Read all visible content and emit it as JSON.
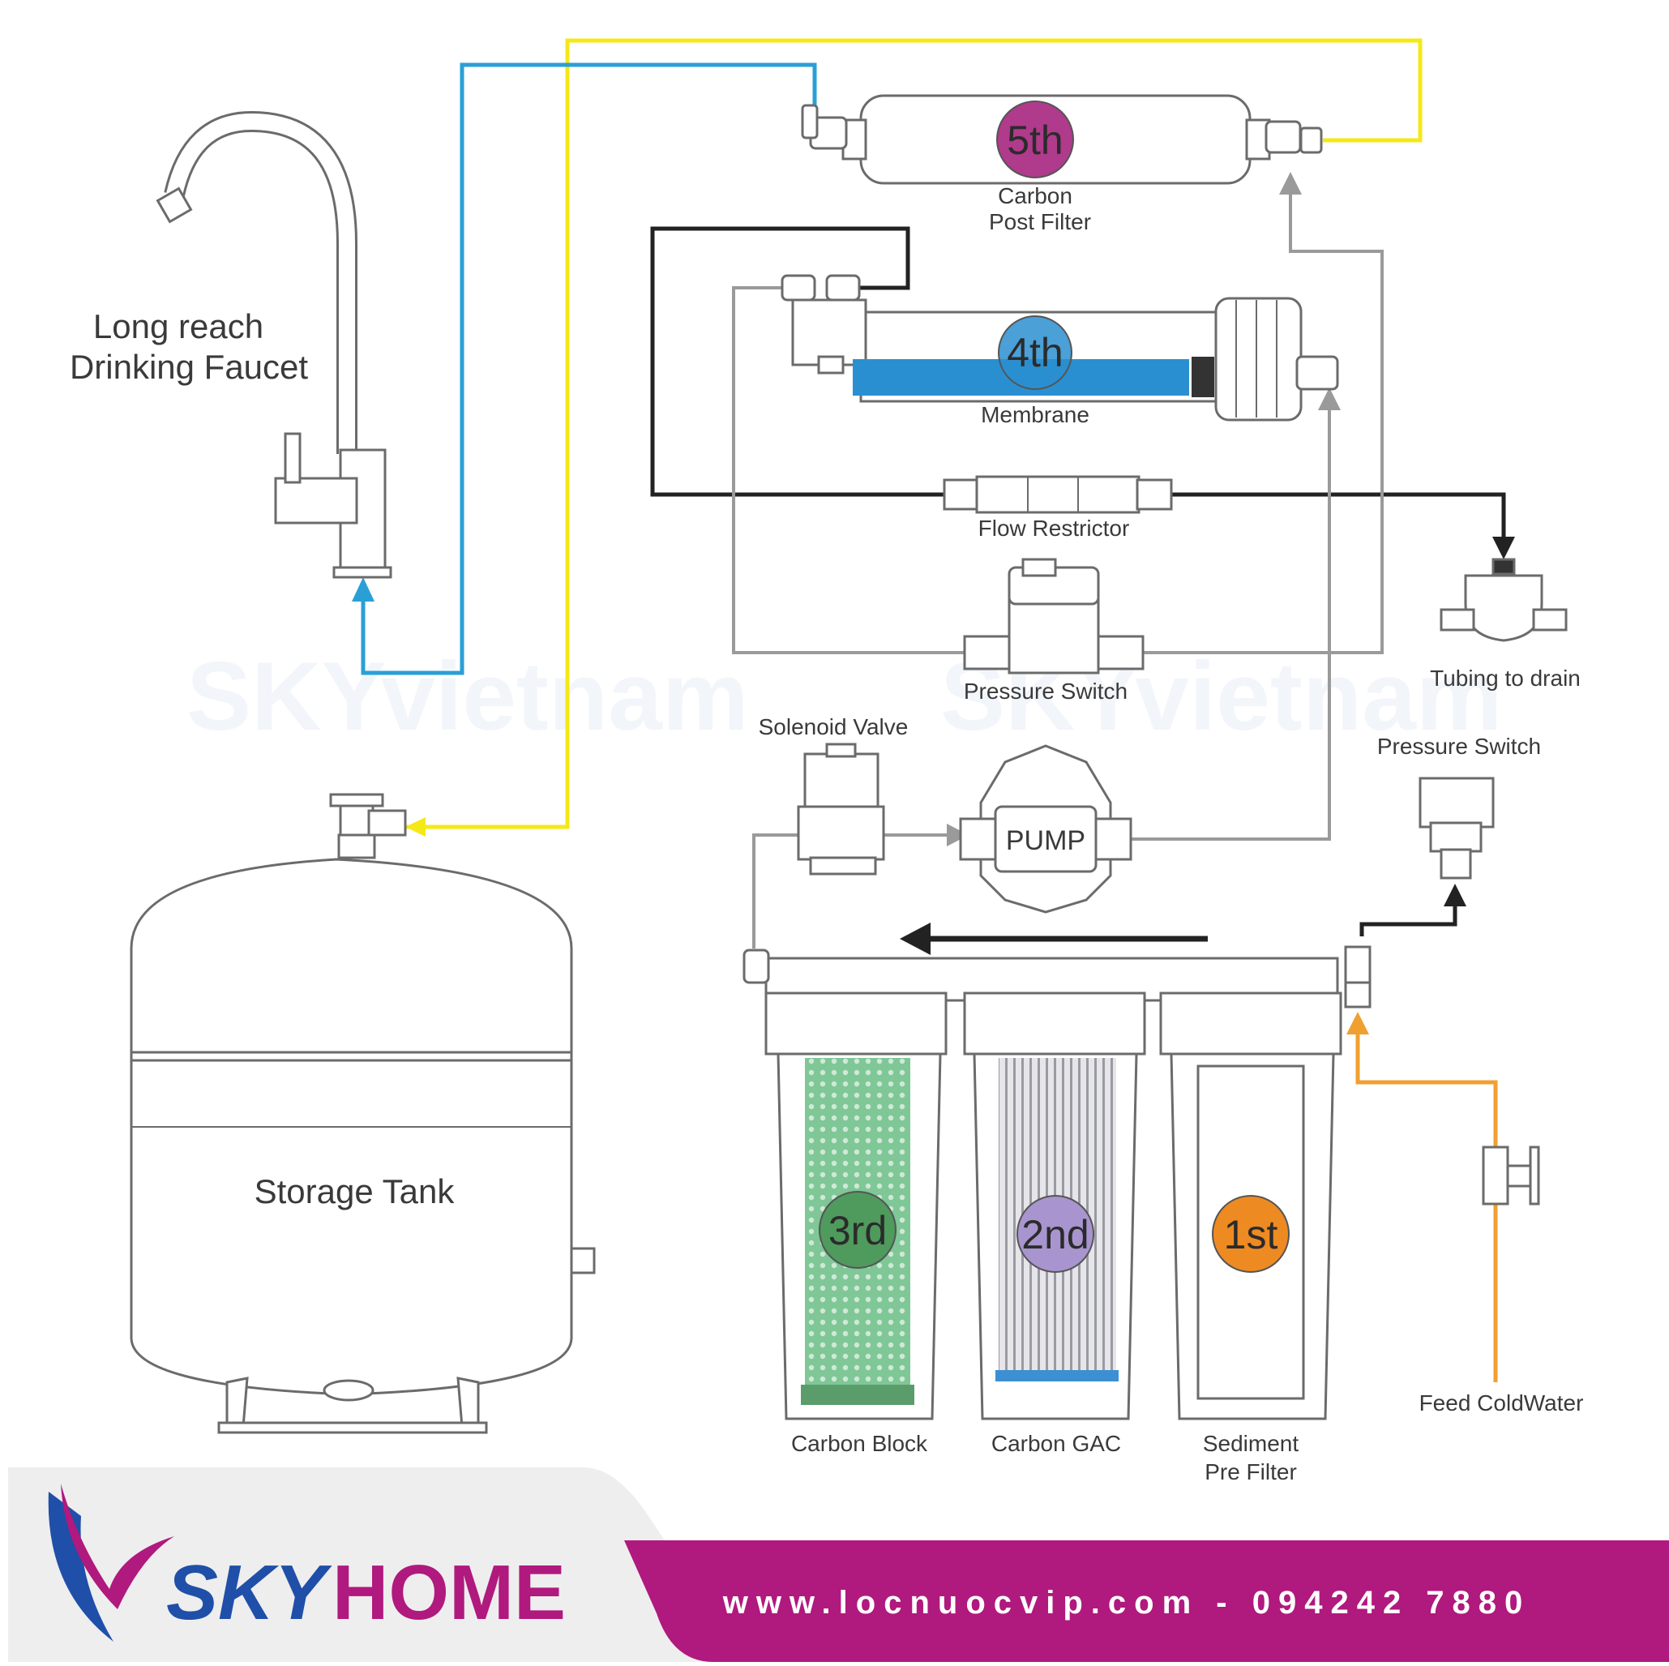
{
  "labels": {
    "faucet_line1": "Long reach",
    "faucet_line2": "Drinking Faucet",
    "storage_tank": "Storage Tank",
    "post_filter_line1": "Carbon",
    "post_filter_line2": "Post Filter",
    "membrane": "Membrane",
    "flow_restrictor": "Flow Restrictor",
    "pressure_switch_top": "Pressure Switch",
    "tubing_to_drain": "Tubing to drain",
    "solenoid_valve": "Solenoid Valve",
    "pump": "PUMP",
    "pressure_switch_right": "Pressure Switch",
    "feed_cold_water": "Feed ColdWater",
    "carbon_block": "Carbon Block",
    "carbon_gac": "Carbon GAC",
    "sediment_line1": "Sediment",
    "sediment_line2": "Pre Filter"
  },
  "stages": {
    "s5": {
      "label": "5th",
      "color": "#b03a8c"
    },
    "s4": {
      "label": "4th",
      "color": "#2a8fd0"
    },
    "s3": {
      "label": "3rd",
      "color": "#4f9a5d"
    },
    "s2": {
      "label": "2nd",
      "color": "#a895cf"
    },
    "s1": {
      "label": "1st",
      "color": "#ee8a22"
    }
  },
  "lines": {
    "product_to_faucet": "#2a9fd6",
    "tank_line": "#f5e817",
    "drain_line": "#222222",
    "feed_line": "#f0a030",
    "internal": "#9a9a9a"
  },
  "brand": {
    "sky": "SKY",
    "home": "HOME",
    "sky_color": "#1f4fa8",
    "home_color": "#b0197e",
    "footer_text": "www.locnuocvip.com - 094242 7880",
    "footer_color": "#b0197e"
  },
  "watermark": "SKYvietnam"
}
